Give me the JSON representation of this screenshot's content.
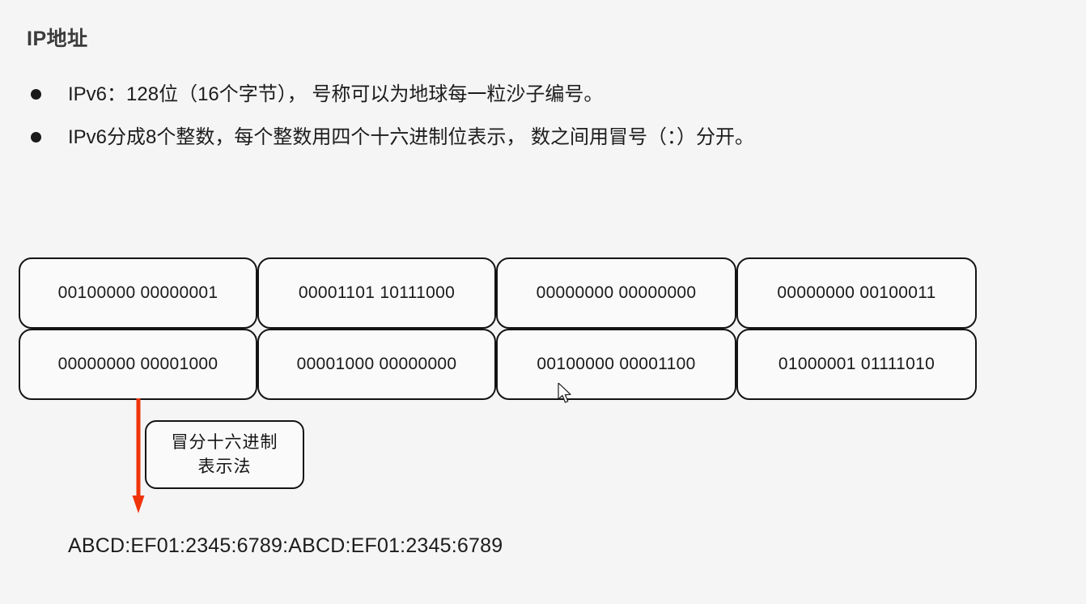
{
  "slide": {
    "title": "IP地址",
    "bullets": [
      {
        "marker": "bullet-dot",
        "text": "IPv6：128位（16个字节）， 号称可以为地球每一粒沙子编号。"
      },
      {
        "marker": "bullet-dot",
        "text": "IPv6分成8个整数，每个整数用四个十六进制位表示， 数之间用冒号（：）分开。"
      }
    ],
    "byte_groups": {
      "rows": [
        [
          "00100000 00000001",
          "00001101 10111000",
          "00000000 00000000",
          "00000000 00100011"
        ],
        [
          "00000000 00001000",
          "00001000 00000000",
          "00100000 00001100",
          "01000001 01111010"
        ]
      ]
    },
    "callout": {
      "line1": "冒分十六进制",
      "line2": "表示法",
      "arrow_color": "#f0340a"
    },
    "result_address": "ABCD:EF01:2345:6789:ABCD:EF01:2345:6789",
    "colors": {
      "background": "#f5f5f5",
      "box_fill": "#fafafa",
      "box_border": "#141414",
      "title_text": "#3b3b3b",
      "body_text": "#1c1c1c",
      "arrow_red": "#f0340a"
    }
  }
}
